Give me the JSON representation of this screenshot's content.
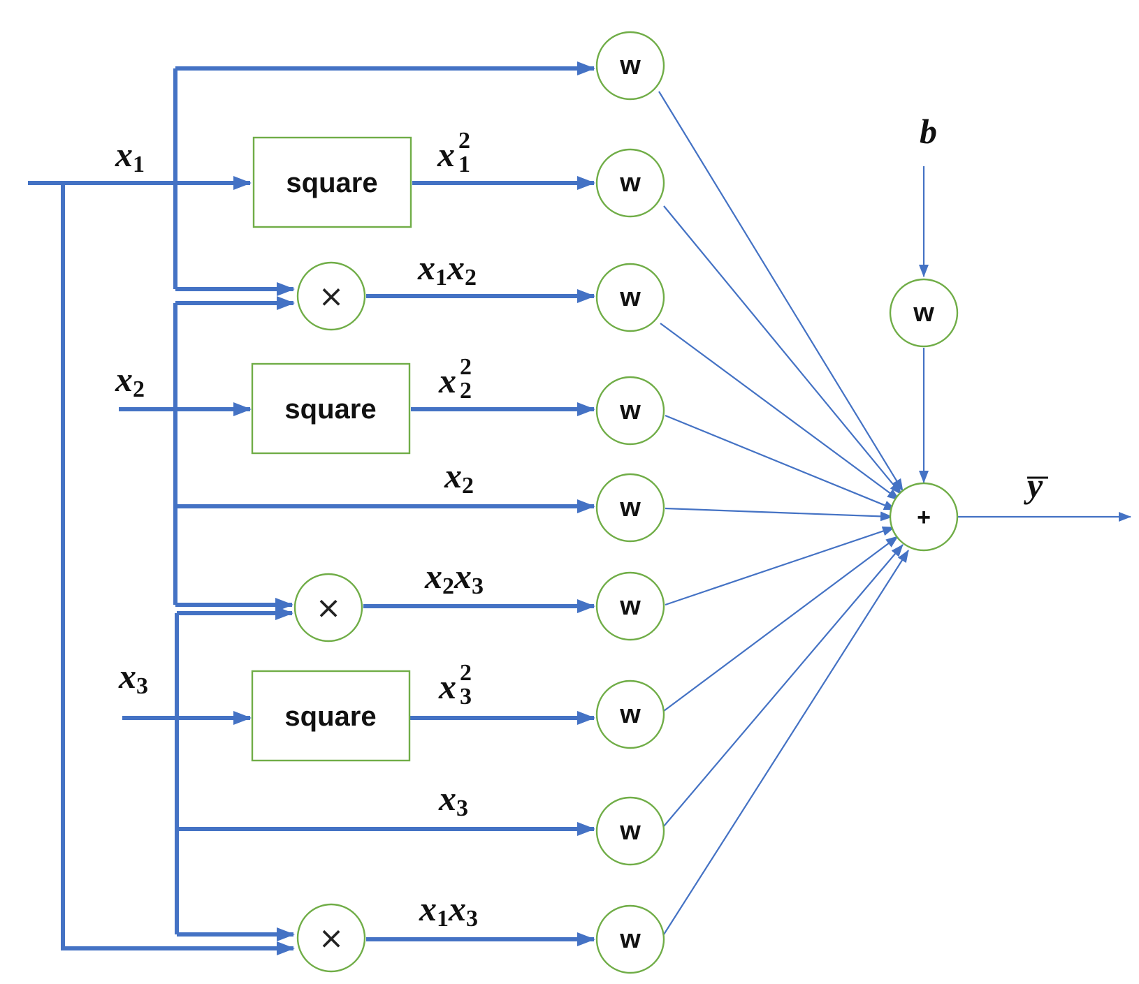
{
  "weights": {
    "label": "w"
  },
  "blocks": {
    "square_label": "square",
    "multiply_symbol": "×",
    "sum_symbol": "+"
  },
  "inputs": {
    "x1": {
      "var": "x",
      "sub": "1"
    },
    "x2": {
      "var": "x",
      "sub": "2"
    },
    "x3": {
      "var": "x",
      "sub": "3"
    }
  },
  "terms": {
    "x1_sq": {
      "var": "x",
      "sup": "2",
      "sub": "1"
    },
    "x1x2": {
      "a": "x",
      "a_sub": "1",
      "b": "x",
      "b_sub": "2"
    },
    "x2_sq": {
      "var": "x",
      "sup": "2",
      "sub": "2"
    },
    "x2": {
      "var": "x",
      "sub": "2"
    },
    "x2x3": {
      "a": "x",
      "a_sub": "2",
      "b": "x",
      "b_sub": "3"
    },
    "x3_sq": {
      "var": "x",
      "sup": "2",
      "sub": "3"
    },
    "x3": {
      "var": "x",
      "sub": "3"
    },
    "x1x3": {
      "a": "x",
      "a_sub": "1",
      "b": "x",
      "b_sub": "3"
    }
  },
  "bias": {
    "label": "b"
  },
  "output": {
    "label": "y"
  },
  "colors": {
    "wire": "#4472c4",
    "node_border": "#70ad47",
    "text": "#111111"
  }
}
